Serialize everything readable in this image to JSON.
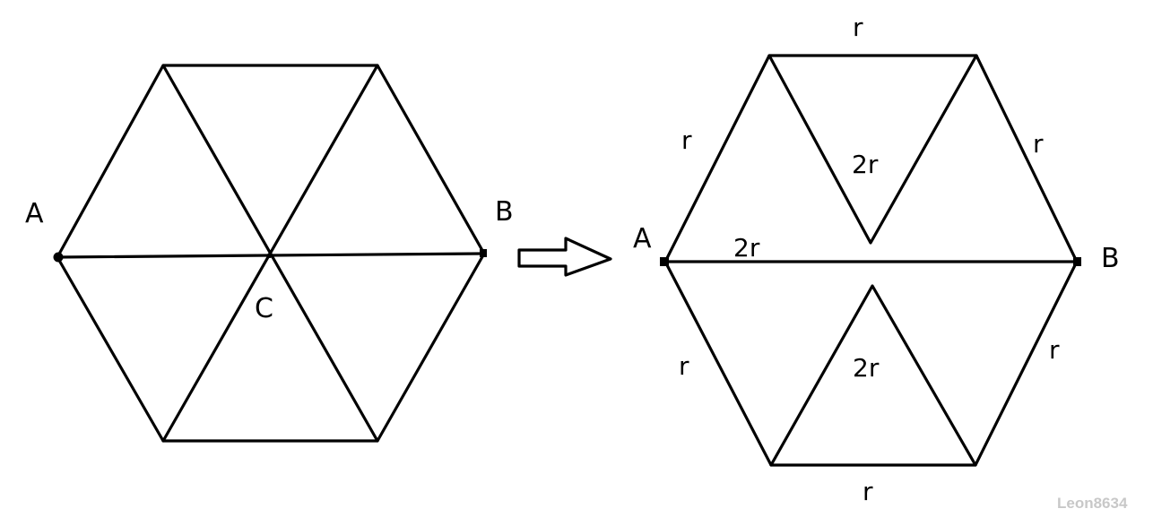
{
  "left_hexagon": {
    "vertex_a": "A",
    "vertex_b": "B",
    "center": "C"
  },
  "arrow": {
    "icon": "arrow-right-icon"
  },
  "right_network": {
    "vertex_a": "A",
    "vertex_b": "B",
    "edge_top": "r",
    "edge_upper_left": "r",
    "edge_upper_right": "r",
    "edge_lower_left": "r",
    "edge_lower_right": "r",
    "edge_bottom": "r",
    "upper_v": "2r",
    "middle_ab": "2r",
    "lower_triangle": "2r"
  },
  "watermark": "Leon8634",
  "colors": {
    "line": "#000000",
    "watermark": "#c8c8c8"
  }
}
